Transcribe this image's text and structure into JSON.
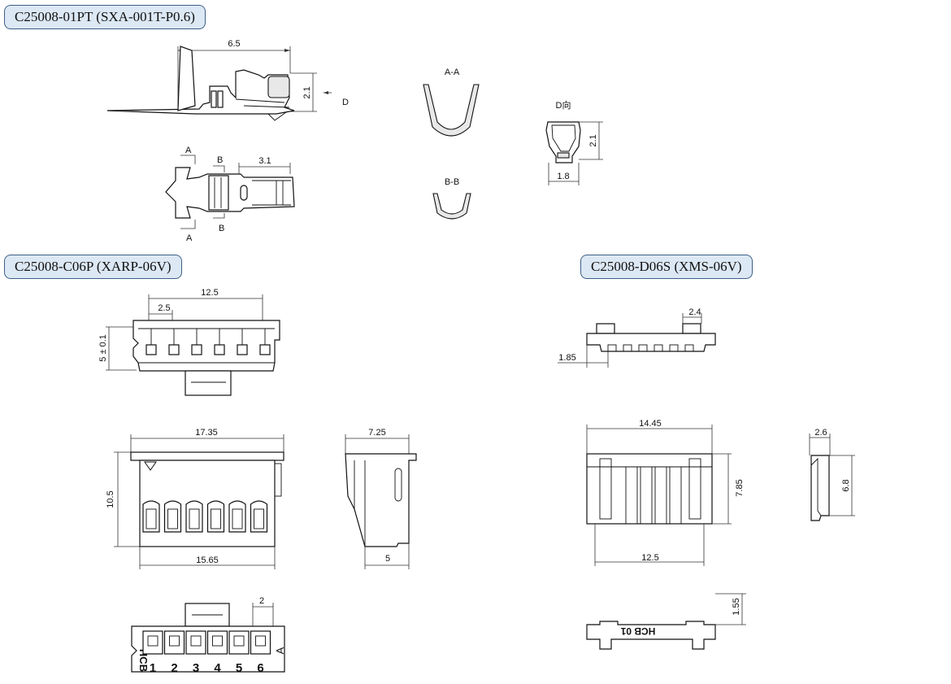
{
  "sections": {
    "terminal": "C25008-01PT (SXA-001T-P0.6)",
    "housing": "C25008-C06P (XARP-06V)",
    "wafer": "C25008-D06S (XMS-06V)"
  },
  "terminal_dims": {
    "length": "6.5",
    "height": "2.1",
    "view_d": "D",
    "crimp": "3.1",
    "section_a": "A",
    "section_b": "B",
    "aa_title": "A-A",
    "bb_title": "B-B",
    "dview_title": "D向",
    "d_height": "2.1",
    "d_width": "1.8"
  },
  "housing_dims": {
    "top_span": "12.5",
    "top_pitch": "2.5",
    "top_height": "5 ± 0.1",
    "front_width": "17.35",
    "front_height": "10.5",
    "front_bottom": "15.65",
    "side_top": "7.25",
    "side_bottom": "5",
    "bottom_pitch": "2",
    "bottom_mark": "A",
    "bottom_brand": "HCB",
    "pins": [
      "1",
      "2",
      "3",
      "4",
      "5",
      "6"
    ]
  },
  "wafer_dims": {
    "top_small": "2.4",
    "top_left": "1.85",
    "front_width": "14.45",
    "front_height": "7.85",
    "front_bottom": "12.5",
    "side_top": "2.6",
    "side_height": "6.8",
    "bottom_height": "1.55",
    "bottom_text": "HCB   01"
  }
}
